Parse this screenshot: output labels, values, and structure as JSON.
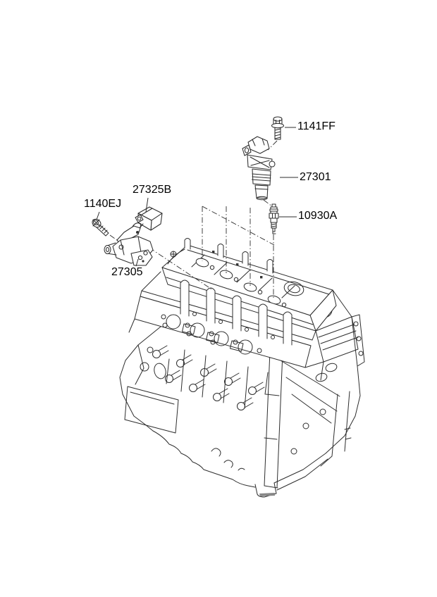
{
  "diagram": {
    "background_color": "#ffffff",
    "line_color": "#2d2d2d",
    "text_color": "#000000"
  },
  "callouts": [
    {
      "code": "1141FF",
      "part": "coil-mounting-bolt"
    },
    {
      "code": "27301",
      "part": "ignition-coil"
    },
    {
      "code": "10930A",
      "part": "spark-plug"
    },
    {
      "code": "27325B",
      "part": "condenser"
    },
    {
      "code": "1140EJ",
      "part": "bracket-screw"
    },
    {
      "code": "27305",
      "part": "condenser-bracket"
    }
  ]
}
